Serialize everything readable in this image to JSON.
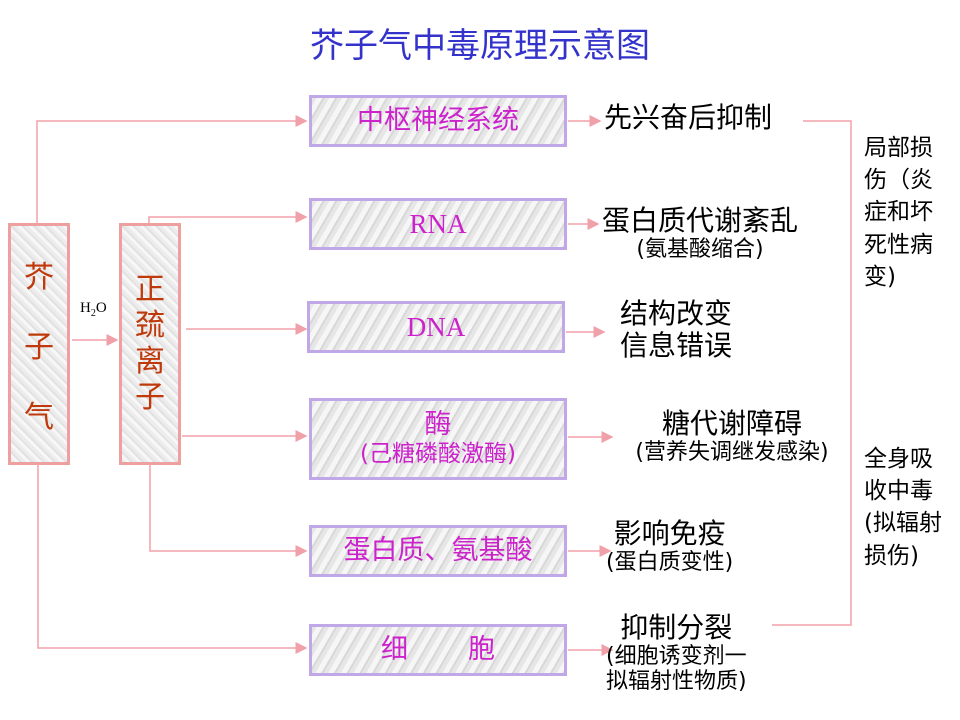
{
  "title": "芥子气中毒原理示意图",
  "source": {
    "chars": [
      "芥",
      "子",
      "气"
    ]
  },
  "ion": {
    "chars": [
      "正",
      "巯",
      "离",
      "子"
    ]
  },
  "reagent": {
    "h": "H",
    "sub": "2",
    "o": "O"
  },
  "targets": [
    {
      "label": "中枢神经系统",
      "result": "先兴奋后抑制"
    },
    {
      "label": "RNA",
      "result": "蛋白质代谢紊乱",
      "note": "(氨基酸缩合)"
    },
    {
      "label": "DNA",
      "result_lines": [
        "结构改变",
        "信息错误"
      ]
    },
    {
      "label": "酶",
      "label2": "(己糖磷酸激酶)",
      "result": "糖代谢障碍",
      "note": "(营养失调继发感染)"
    },
    {
      "label": "蛋白质、氨基酸",
      "result": "影响免疫",
      "note": "(蛋白质变性)"
    },
    {
      "label_a": "细",
      "label_b": "胞",
      "result": "抑制分裂",
      "note_lines": [
        "(细胞诱变剂一",
        "拟辐射性物质)"
      ]
    }
  ],
  "effects": {
    "local": [
      "局部损",
      "伤（炎",
      "症和坏",
      "死性病",
      "变)"
    ],
    "systemic": [
      "全身吸",
      "收中毒",
      "(拟辐射",
      "损伤)"
    ]
  },
  "colors": {
    "line": "#f0a0a8",
    "title": "#3333cc",
    "box_text": "#cc22cc",
    "source_text": "#c0390b"
  }
}
